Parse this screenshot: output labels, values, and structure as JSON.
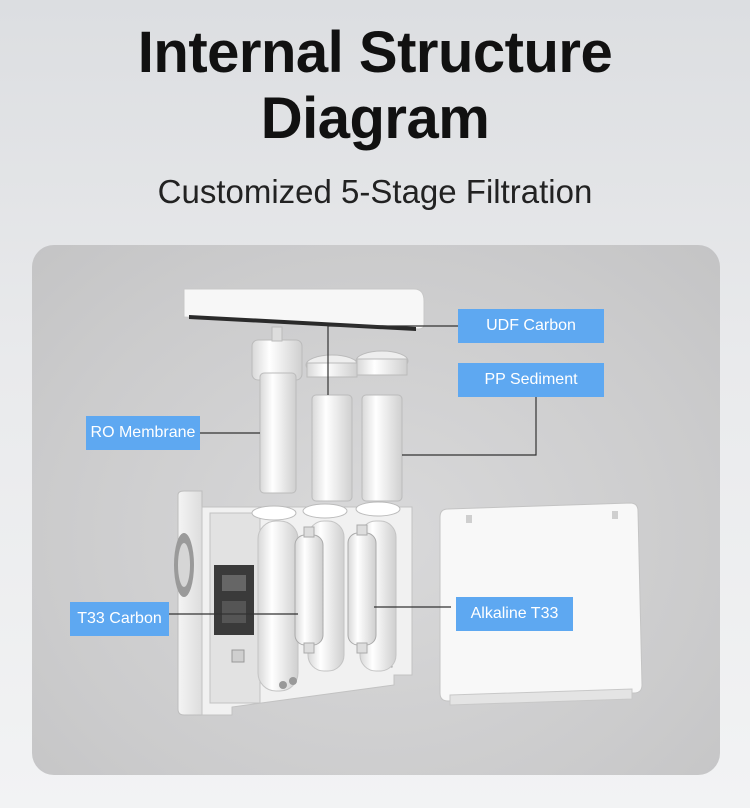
{
  "header": {
    "title_line1": "Internal Structure",
    "title_line2": "Diagram",
    "subtitle": "Customized 5-Stage Filtration"
  },
  "labels": {
    "udf_carbon": "UDF Carbon",
    "pp_sediment": "PP Sediment",
    "ro_membrane": "RO Membrane",
    "t33_carbon": "T33 Carbon",
    "alkaline_t33": "Alkaline T33"
  },
  "colors": {
    "label_bg": "#5ea8f1",
    "panel_bg": "#cbcbcc"
  }
}
